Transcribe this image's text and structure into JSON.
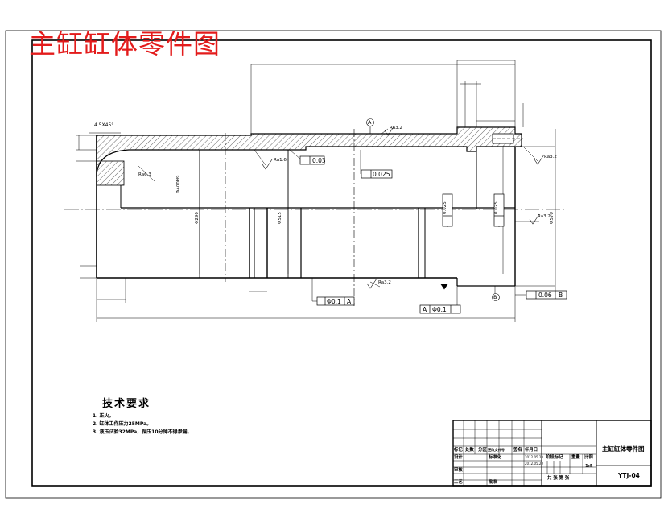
{
  "drawing": {
    "title": "主缸缸体零件图",
    "tech_requirements_title": "技术要求",
    "tech_items": [
      "1. 正火。",
      "2. 缸体工作压力25MPa。",
      "3. 液压试验32MPa，保压10分钟不得渗漏。"
    ],
    "chamfer_label": "4.5X45°",
    "roughness_labels": [
      "Ra3.2",
      "Ra1.6",
      "Ra3.2",
      "Ra3.2",
      "Ra3.2",
      "Ra6.3"
    ],
    "datum_a": "A",
    "datum_b": "B",
    "tolerances": {
      "flatness": "0.03",
      "runout_1": "0.025",
      "position_1": "Φ0.1",
      "position_1_datum": "A",
      "position_2_datum": "A",
      "position_2": "Φ0.1",
      "perpendicular": "0.06",
      "perpendicular_datum": "B",
      "runout_2": "0.025",
      "runout_3": "0.025"
    },
    "diameter_labels": [
      "Φ400H9",
      "Φ290",
      "Φ515",
      "Φ570"
    ]
  },
  "title_block": {
    "part_name": "主缸缸体零件图",
    "drawing_number": "YTJ-04",
    "header_cells": [
      "标记",
      "处数",
      "分区",
      "更改文件号",
      "签名",
      "年月日"
    ],
    "row_labels": [
      "设计",
      "审核",
      "工艺"
    ],
    "standardization": "标准化",
    "approve": "批准",
    "stage_marks": "阶段标记",
    "weight": "重量",
    "scale": "比例",
    "scale_value": "1:5",
    "sheets": "共  张  第  张",
    "date_1": "2012.05.20",
    "date_2": "2012.05.20"
  },
  "colors": {
    "title_red": "#e31b1b",
    "line": "#000000"
  }
}
